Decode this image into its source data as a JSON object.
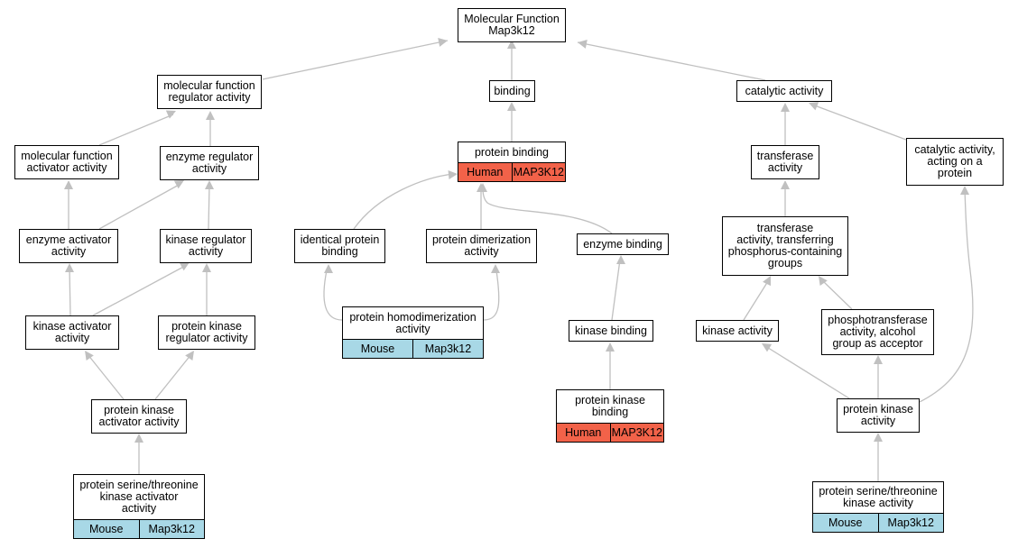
{
  "colors": {
    "edge": "#c0c0c0",
    "human": "#f26249",
    "mouse": "#a8d8e6"
  },
  "nodes": {
    "mf_root": {
      "label": "Molecular Function\nMap3k12"
    },
    "mf_regulator": {
      "label": "molecular function\nregulator activity"
    },
    "binding": {
      "label": "binding"
    },
    "catalytic": {
      "label": "catalytic activity"
    },
    "mf_activator": {
      "label": "molecular function\nactivator activity"
    },
    "enzyme_regulator": {
      "label": "enzyme regulator\nactivity"
    },
    "protein_binding": {
      "label": "protein binding",
      "ann": {
        "species": "Human",
        "gene": "MAP3K12"
      }
    },
    "transferase": {
      "label": "transferase\nactivity"
    },
    "catalytic_protein": {
      "label": "catalytic activity,\nacting on a\nprotein"
    },
    "enzyme_activator": {
      "label": "enzyme activator\nactivity"
    },
    "kinase_regulator": {
      "label": "kinase regulator\nactivity"
    },
    "identical_binding": {
      "label": "identical protein\nbinding"
    },
    "dimerization": {
      "label": "protein dimerization\nactivity"
    },
    "enzyme_binding": {
      "label": "enzyme binding"
    },
    "transferase_p": {
      "label": "transferase\nactivity, transferring\nphosphorus-containing\ngroups"
    },
    "homodimerization": {
      "label": "protein homodimerization\nactivity",
      "ann": {
        "species": "Mouse",
        "gene": "Map3k12"
      }
    },
    "kinase_activator": {
      "label": "kinase activator\nactivity"
    },
    "pk_regulator": {
      "label": "protein kinase\nregulator activity"
    },
    "kinase_binding": {
      "label": "kinase binding"
    },
    "kinase_activity": {
      "label": "kinase activity"
    },
    "phosphotransferase": {
      "label": "phosphotransferase\nactivity, alcohol\ngroup as acceptor"
    },
    "pk_binding": {
      "label": "protein kinase\nbinding",
      "ann": {
        "species": "Human",
        "gene": "MAP3K12"
      }
    },
    "pk_activator": {
      "label": "protein kinase\nactivator activity"
    },
    "pk_activity": {
      "label": "protein kinase\nactivity"
    },
    "pst_activator": {
      "label": "protein serine/threonine\nkinase activator\nactivity",
      "ann": {
        "species": "Mouse",
        "gene": "Map3k12"
      }
    },
    "pst_kinase": {
      "label": "protein serine/threonine\nkinase activity",
      "ann": {
        "species": "Mouse",
        "gene": "Map3k12"
      }
    }
  }
}
